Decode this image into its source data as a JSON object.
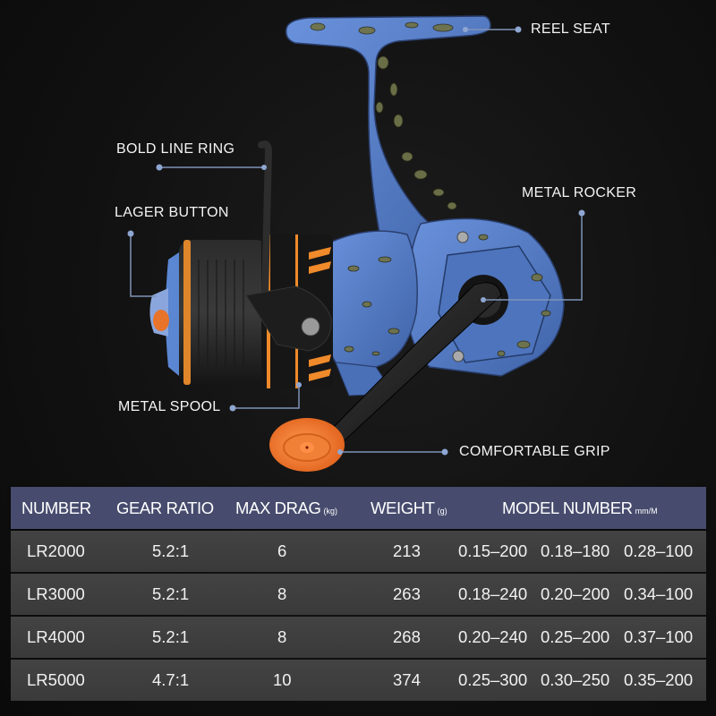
{
  "callouts": {
    "reel_seat": "REEL SEAT",
    "bold_line_ring": "BOLD LINE RING",
    "lager_button": "LAGER BUTTON",
    "metal_rocker": "METAL ROCKER",
    "metal_spool": "METAL SPOOL",
    "comfortable_grip": "COMFORTABLE GRIP"
  },
  "colors": {
    "background": "#111111",
    "header_bg": "#474c6e",
    "row_bg": "#3e3e3e",
    "leader_line": "#7f93b8",
    "reel_blue": "#4f78c4",
    "camo_olive": "#6f7349",
    "accent_orange": "#f07a2a"
  },
  "table": {
    "headers": {
      "number": "NUMBER",
      "gear_ratio": "GEAR RATIO",
      "max_drag": "MAX DRAG",
      "max_drag_unit": "(kg)",
      "weight": "WEIGHT",
      "weight_unit": "(g)",
      "model_number": "MODEL NUMBER",
      "model_number_unit": "mm/M"
    },
    "rows": [
      {
        "number": "LR2000",
        "gear_ratio": "5.2:1",
        "max_drag": "6",
        "weight": "213",
        "line1": "0.15–200",
        "line2": "0.18–180",
        "line3": "0.28–100"
      },
      {
        "number": "LR3000",
        "gear_ratio": "5.2:1",
        "max_drag": "8",
        "weight": "263",
        "line1": "0.18–240",
        "line2": "0.20–200",
        "line3": "0.34–100"
      },
      {
        "number": "LR4000",
        "gear_ratio": "5.2:1",
        "max_drag": "8",
        "weight": "268",
        "line1": "0.20–240",
        "line2": "0.25–200",
        "line3": "0.37–100"
      },
      {
        "number": "LR5000",
        "gear_ratio": "4.7:1",
        "max_drag": "10",
        "weight": "374",
        "line1": "0.25–300",
        "line2": "0.30–250",
        "line3": "0.35–200"
      }
    ]
  }
}
